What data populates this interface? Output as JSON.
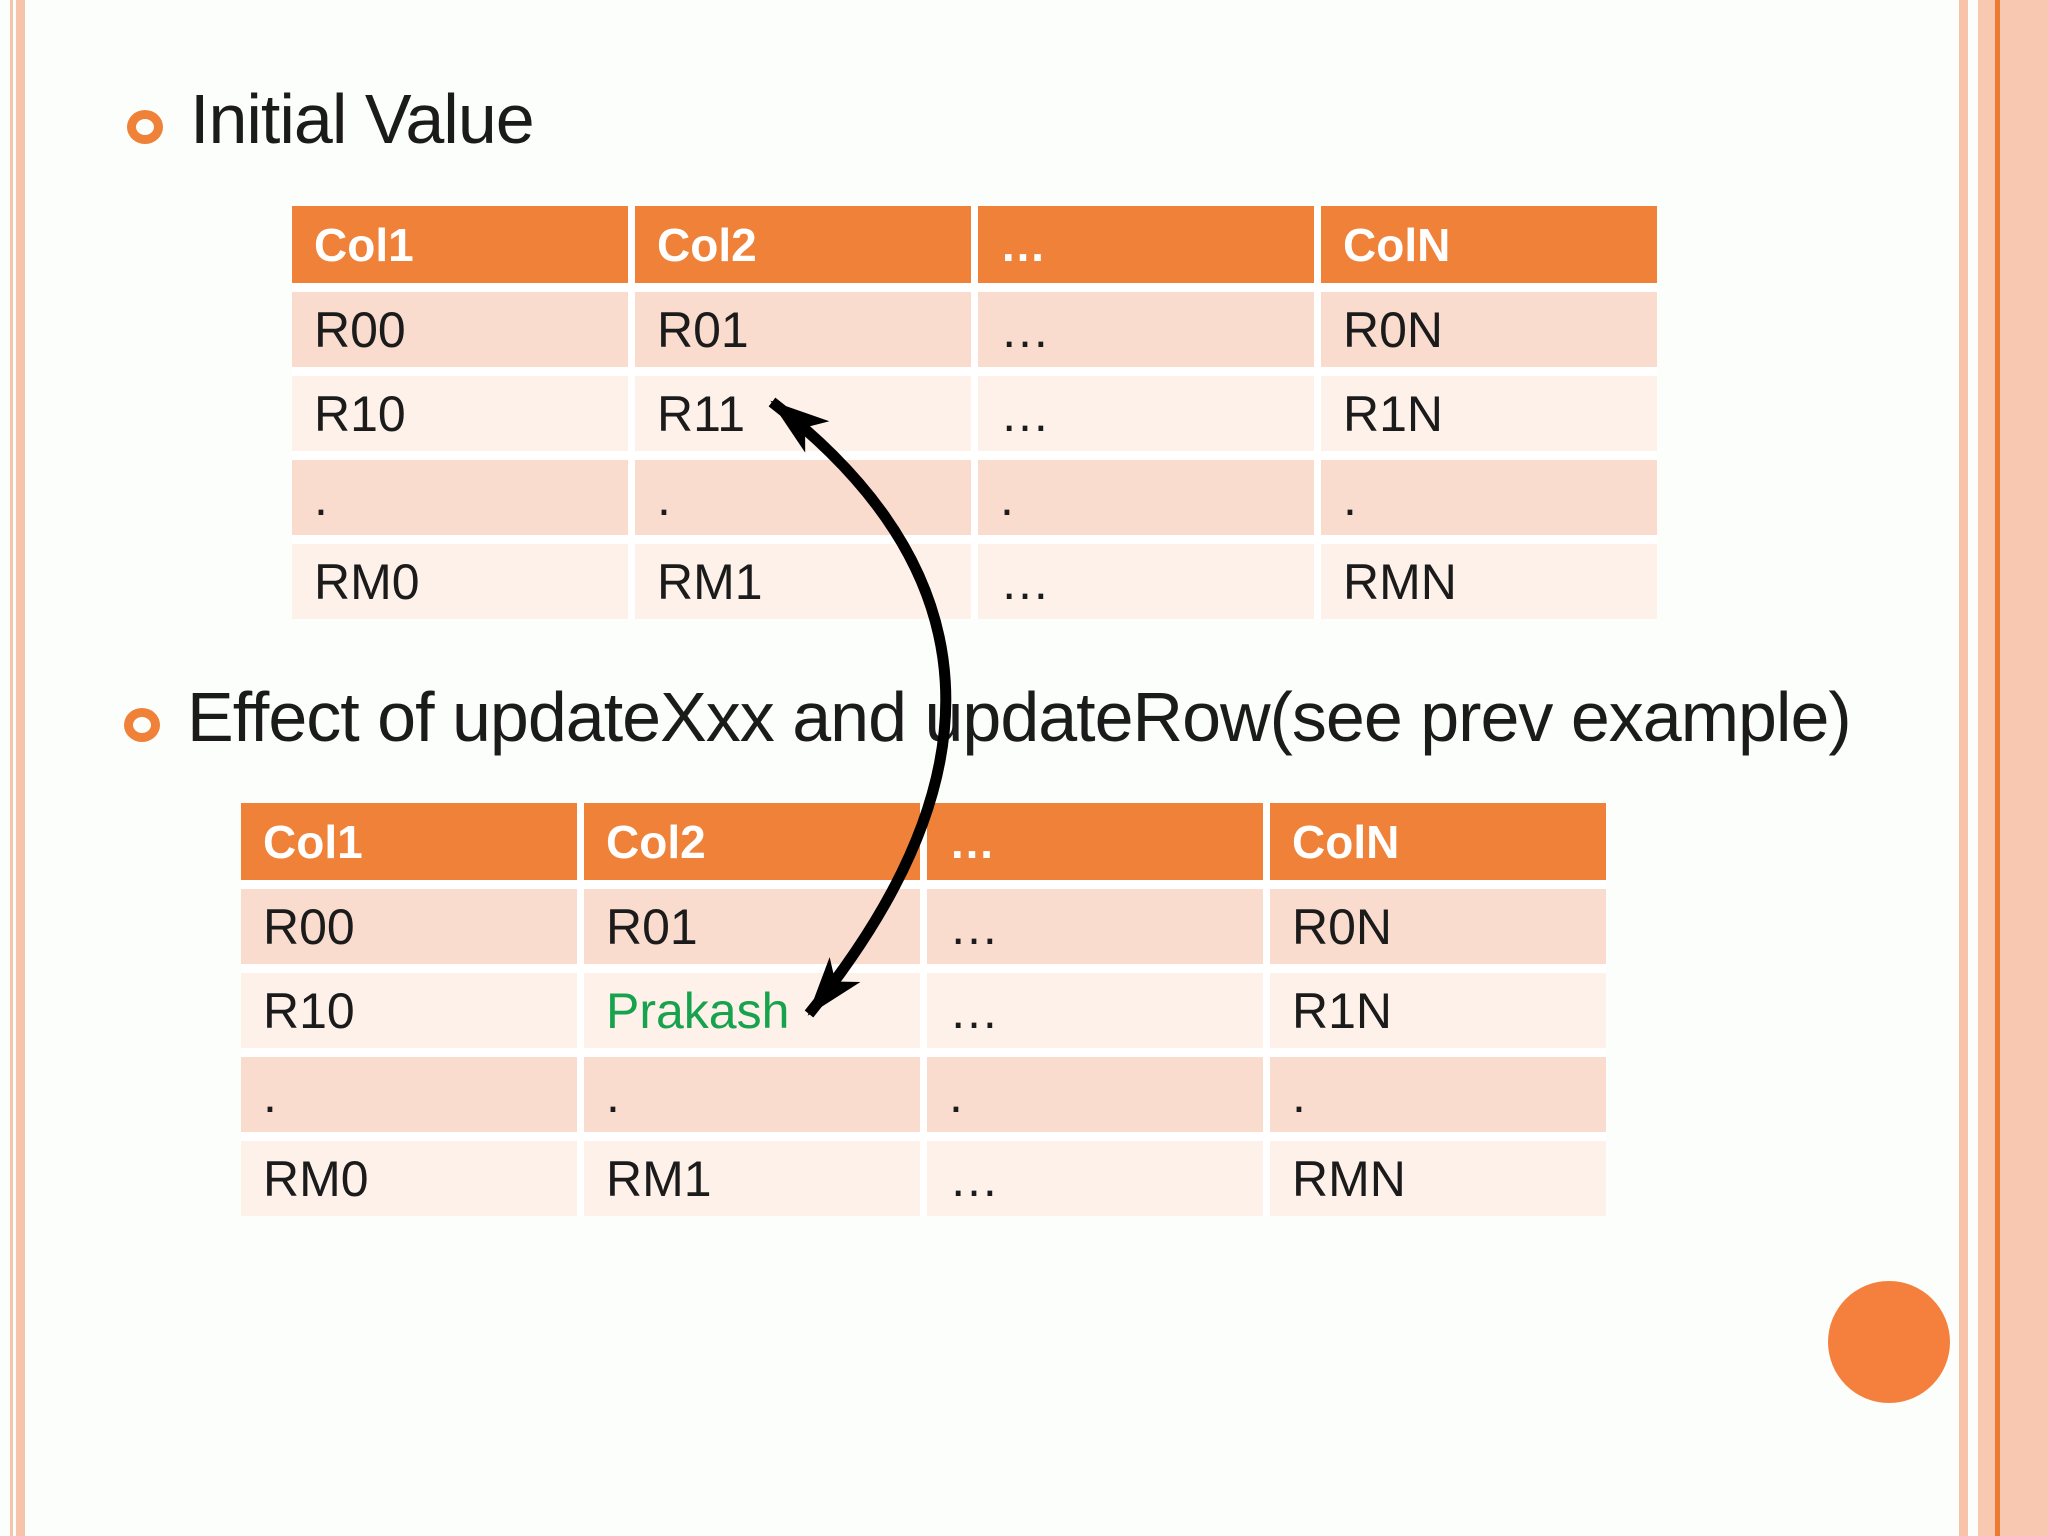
{
  "colors": {
    "accent": "#EF8138",
    "row_dark": "#FADCCE",
    "row_light": "#FEF1EA",
    "green": "#17A24E",
    "stripe": "#F8C3AB",
    "stripe2": "#F9C8B1",
    "orange_line": "#ED7C30",
    "circle": "#F5803D",
    "arrow": "#000000",
    "text": "#1B1B1B"
  },
  "headings": {
    "first": "Initial Value",
    "second": "Effect of updateXxx and updateRow(see prev example)"
  },
  "initial_table": {
    "headers": [
      "Col1",
      "Col2",
      "…",
      "ColN"
    ],
    "rows": [
      [
        "R00",
        "R01",
        "…",
        "R0N"
      ],
      [
        "R10",
        "R11",
        "…",
        "R1N"
      ],
      [
        ".",
        ".",
        ".",
        "."
      ],
      [
        "RM0",
        "RM1",
        "…",
        "RMN"
      ]
    ]
  },
  "updated_table": {
    "headers": [
      "Col1",
      "Col2",
      "…",
      "ColN"
    ],
    "rows": [
      [
        "R00",
        "R01",
        "…",
        "R0N"
      ],
      [
        "R10",
        "Prakash",
        "…",
        "R1N"
      ],
      [
        ".",
        ".",
        ".",
        "."
      ],
      [
        "RM0",
        "RM1",
        "…",
        "RMN"
      ]
    ]
  },
  "annotation_arrow": {
    "from": "R11",
    "to": "Prakash"
  }
}
